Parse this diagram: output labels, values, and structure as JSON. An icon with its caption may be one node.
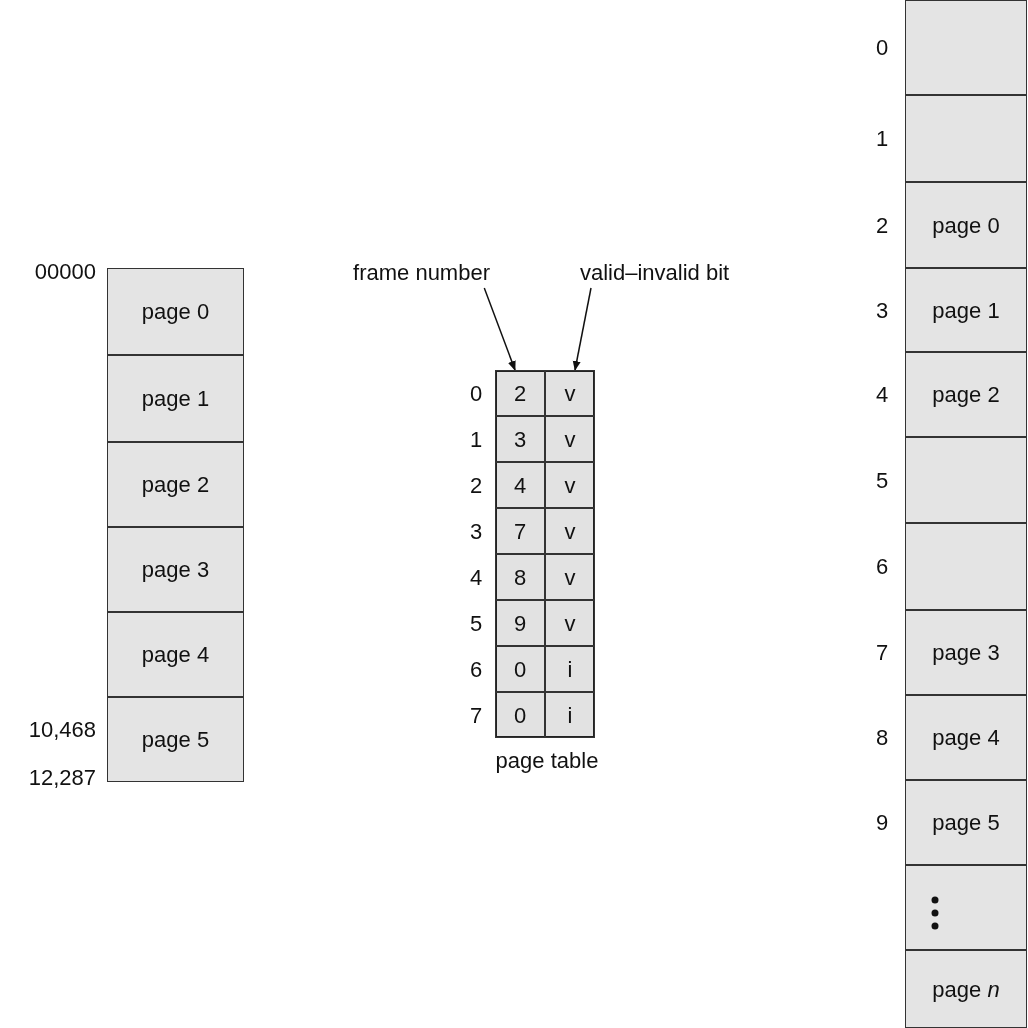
{
  "diagram": {
    "nodes": [
      {
        "text": [
          "page 0"
        ]
      },
      {
        "text": [
          "page 1"
        ]
      },
      {
        "text": [
          "page 2"
        ]
      },
      {
        "text": [
          "page 3"
        ]
      },
      {
        "text": [
          "page 4"
        ]
      },
      {
        "text": [
          "page 5"
        ]
      },
      {
        "text": [
          "frame number"
        ]
      },
      {
        "text": [
          "valid–invalid bit"
        ]
      },
      {
        "text": [],
        "shape": "box",
        "beside": [
          "page table"
        ]
      },
      {
        "text": [],
        "shape": "box"
      },
      {
        "text": [],
        "shape": "box"
      },
      {
        "text": [
          "page 0"
        ]
      },
      {
        "text": [
          "page 1"
        ]
      },
      {
        "text": [
          "page 2"
        ]
      },
      {
        "text": [],
        "shape": "box"
      },
      {
        "text": [],
        "shape": "box"
      },
      {
        "text": [
          "page 3"
        ]
      },
      {
        "text": [
          "page 4"
        ]
      },
      {
        "text": [
          "page 5"
        ]
      },
      {
        "text": [],
        "shape": "box"
      },
      {
        "text": [
          "page *n*"
        ]
      }
    ],
    "edges": [
      {
        "from": 6,
        "to": 8,
        "arrow": "to"
      },
      {
        "from": 7,
        "to": 8,
        "arrow": "to"
      }
    ],
    "labels": [
      "00000",
      "10,468",
      "12,287",
      "0",
      "2",
      "v",
      "1",
      "3",
      "v",
      "2",
      "4",
      "v",
      "3",
      "7",
      "v",
      "4",
      "8",
      "v",
      "5",
      "9",
      "v",
      "6",
      "0",
      "i",
      "7",
      "0",
      "i",
      "0",
      "1",
      "2",
      "3",
      "4",
      "5",
      "6",
      "7",
      "8",
      "9"
    ]
  }
}
